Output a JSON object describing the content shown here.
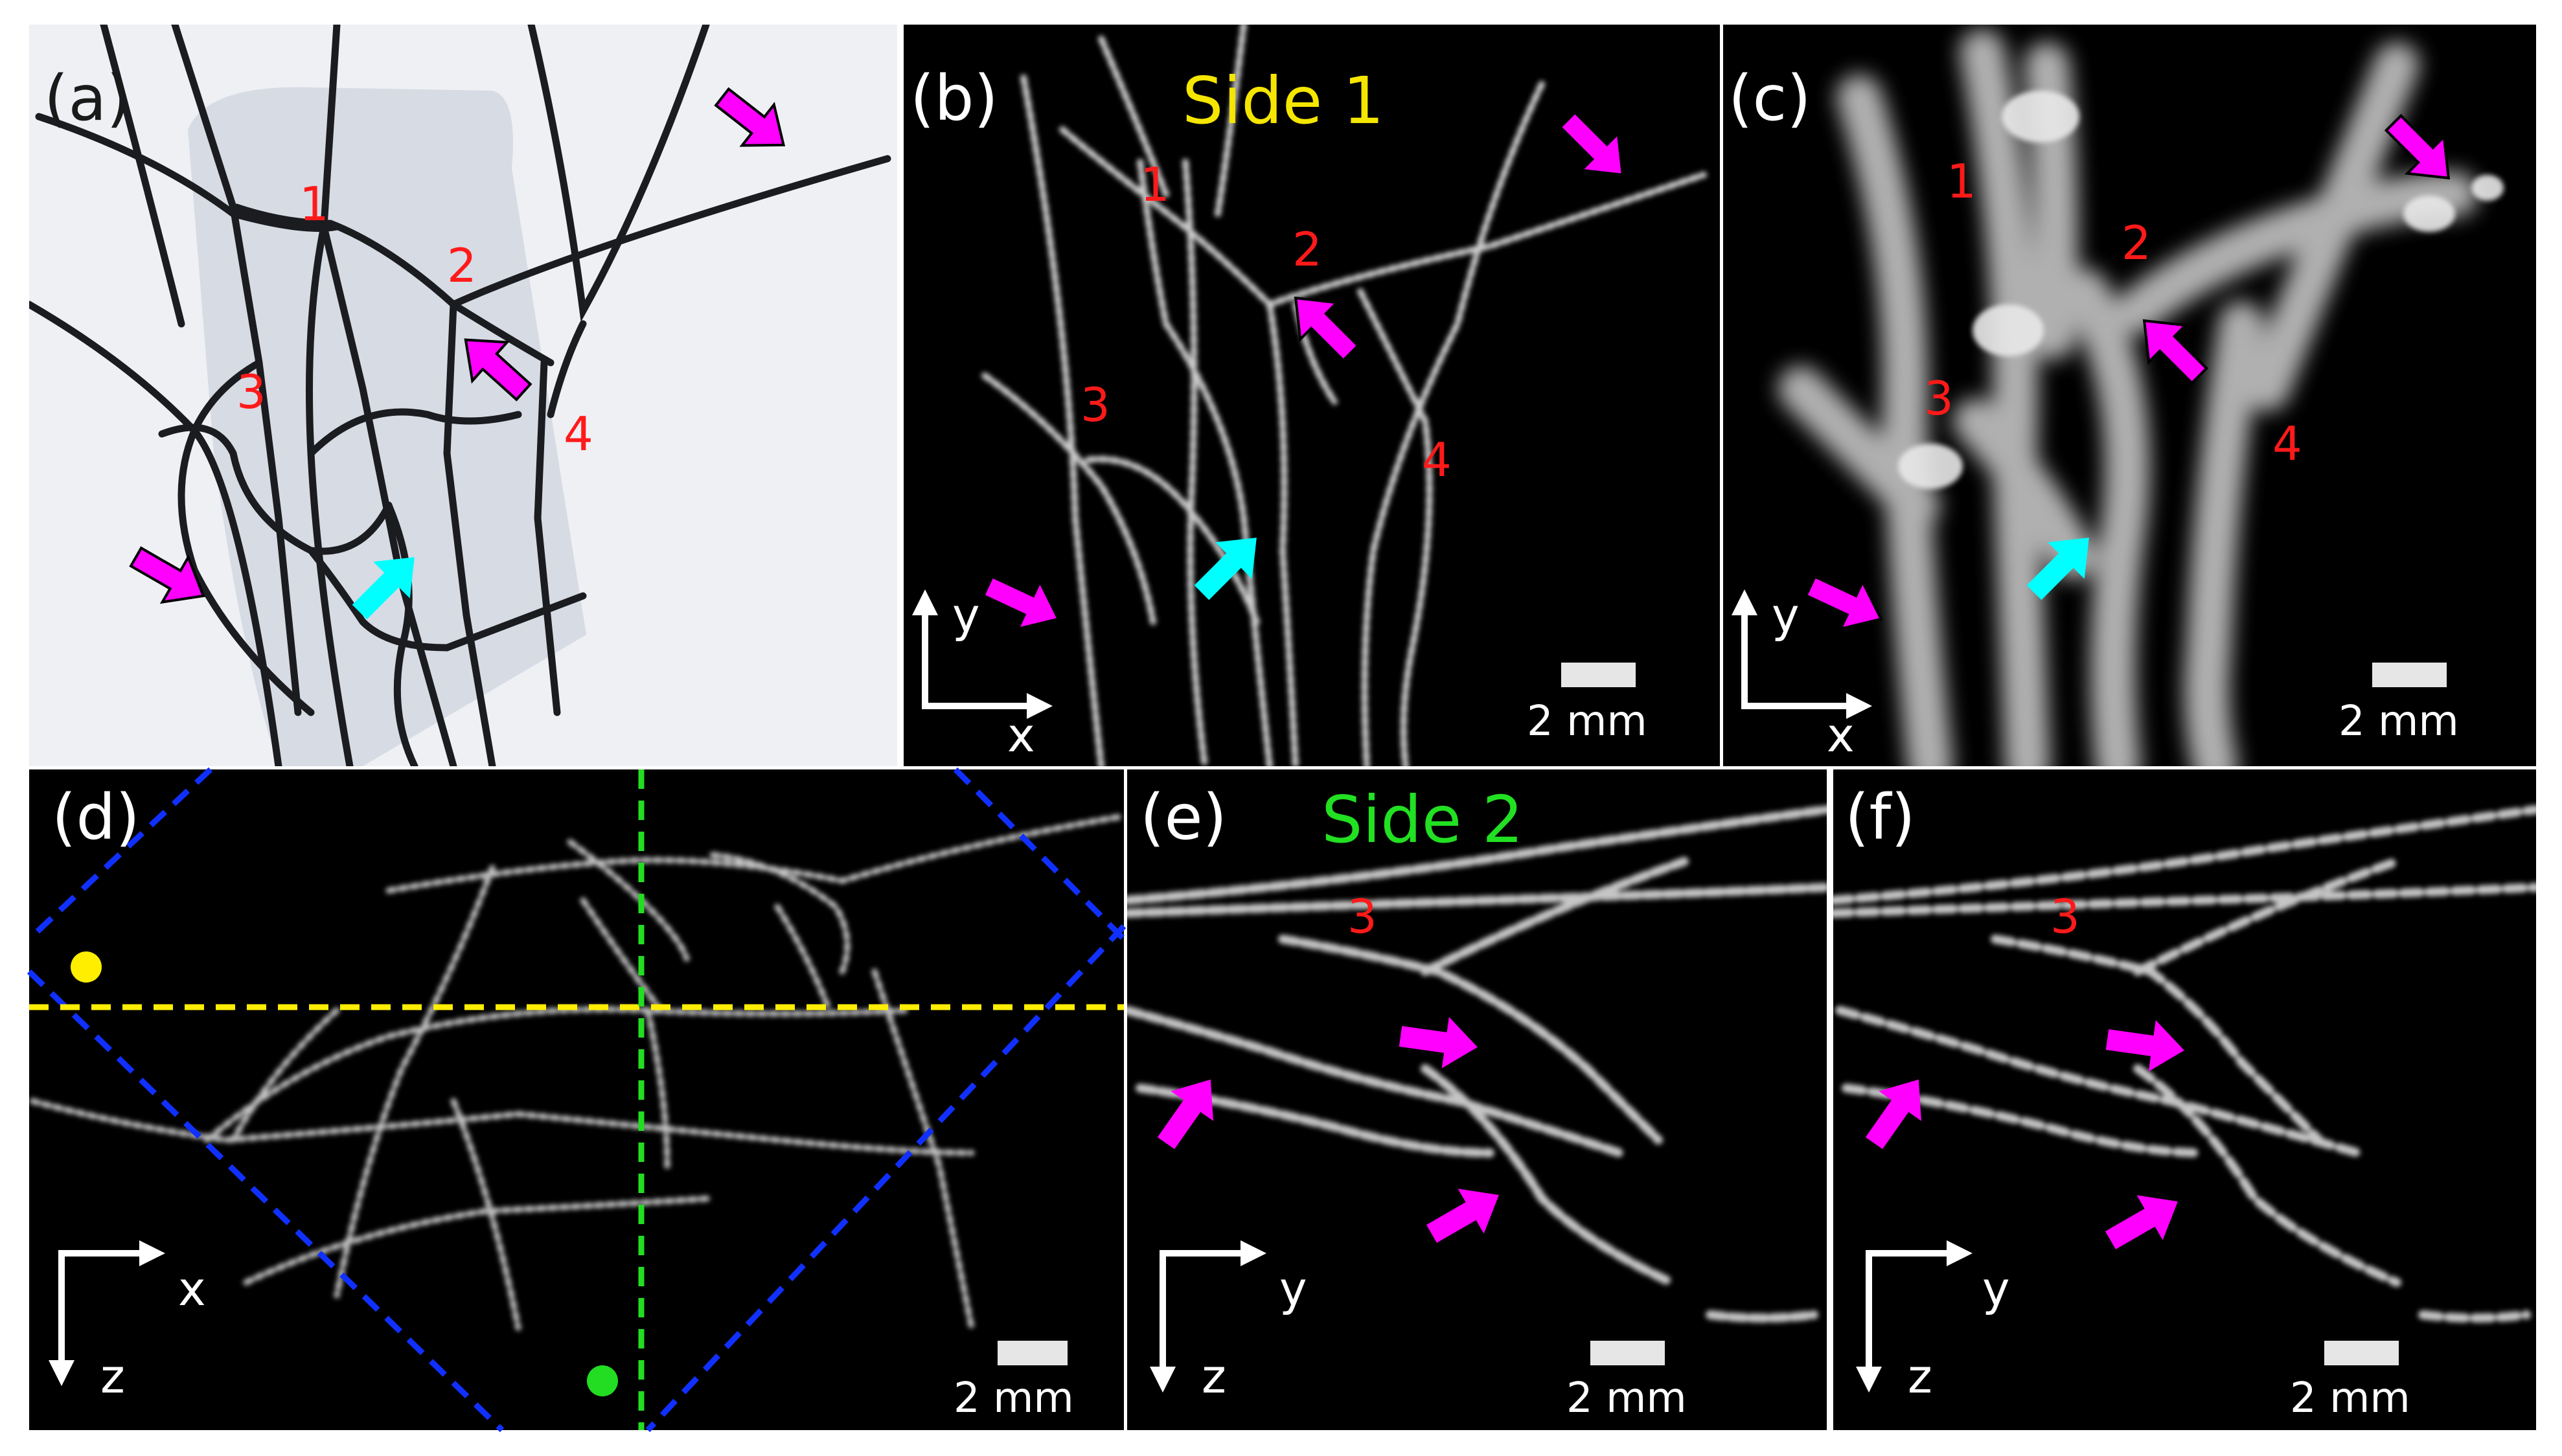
{
  "panels": [
    {
      "id": "a",
      "label": "(a)"
    },
    {
      "id": "b",
      "label": "(b)",
      "title": "Side 1",
      "scale_bar": "2 mm",
      "axes": [
        "y",
        "x"
      ]
    },
    {
      "id": "c",
      "label": "(c)",
      "scale_bar": "2 mm",
      "axes": [
        "y",
        "x"
      ]
    },
    {
      "id": "d",
      "label": "(d)",
      "scale_bar": "2 mm",
      "axes": [
        "x",
        "z"
      ]
    },
    {
      "id": "e",
      "label": "(e)",
      "title": "Side 2",
      "scale_bar": "2 mm",
      "axes": [
        "y",
        "z"
      ]
    },
    {
      "id": "f",
      "label": "(f)",
      "scale_bar": "2 mm",
      "axes": [
        "y",
        "z"
      ]
    }
  ],
  "numbers": {
    "a": [
      "1",
      "2",
      "3",
      "4"
    ],
    "b": [
      "1",
      "2",
      "3",
      "4"
    ],
    "c": [
      "1",
      "2",
      "3",
      "4"
    ],
    "e": [
      "3"
    ],
    "f": [
      "3"
    ]
  },
  "colors": {
    "marker_magenta": "#ff00ff",
    "marker_cyan": "#00ffff",
    "number_red": "#ff1a1a",
    "side1_yellow": "#f5e600",
    "side2_green": "#22e022",
    "line_blue": "#1030ff",
    "line_yellow": "#ffee00",
    "line_green": "#22dd22"
  },
  "icons": [
    "magenta-arrow-icon",
    "cyan-arrow-icon",
    "axis-arrow-icon",
    "yellow-dot-icon",
    "green-dot-icon"
  ]
}
